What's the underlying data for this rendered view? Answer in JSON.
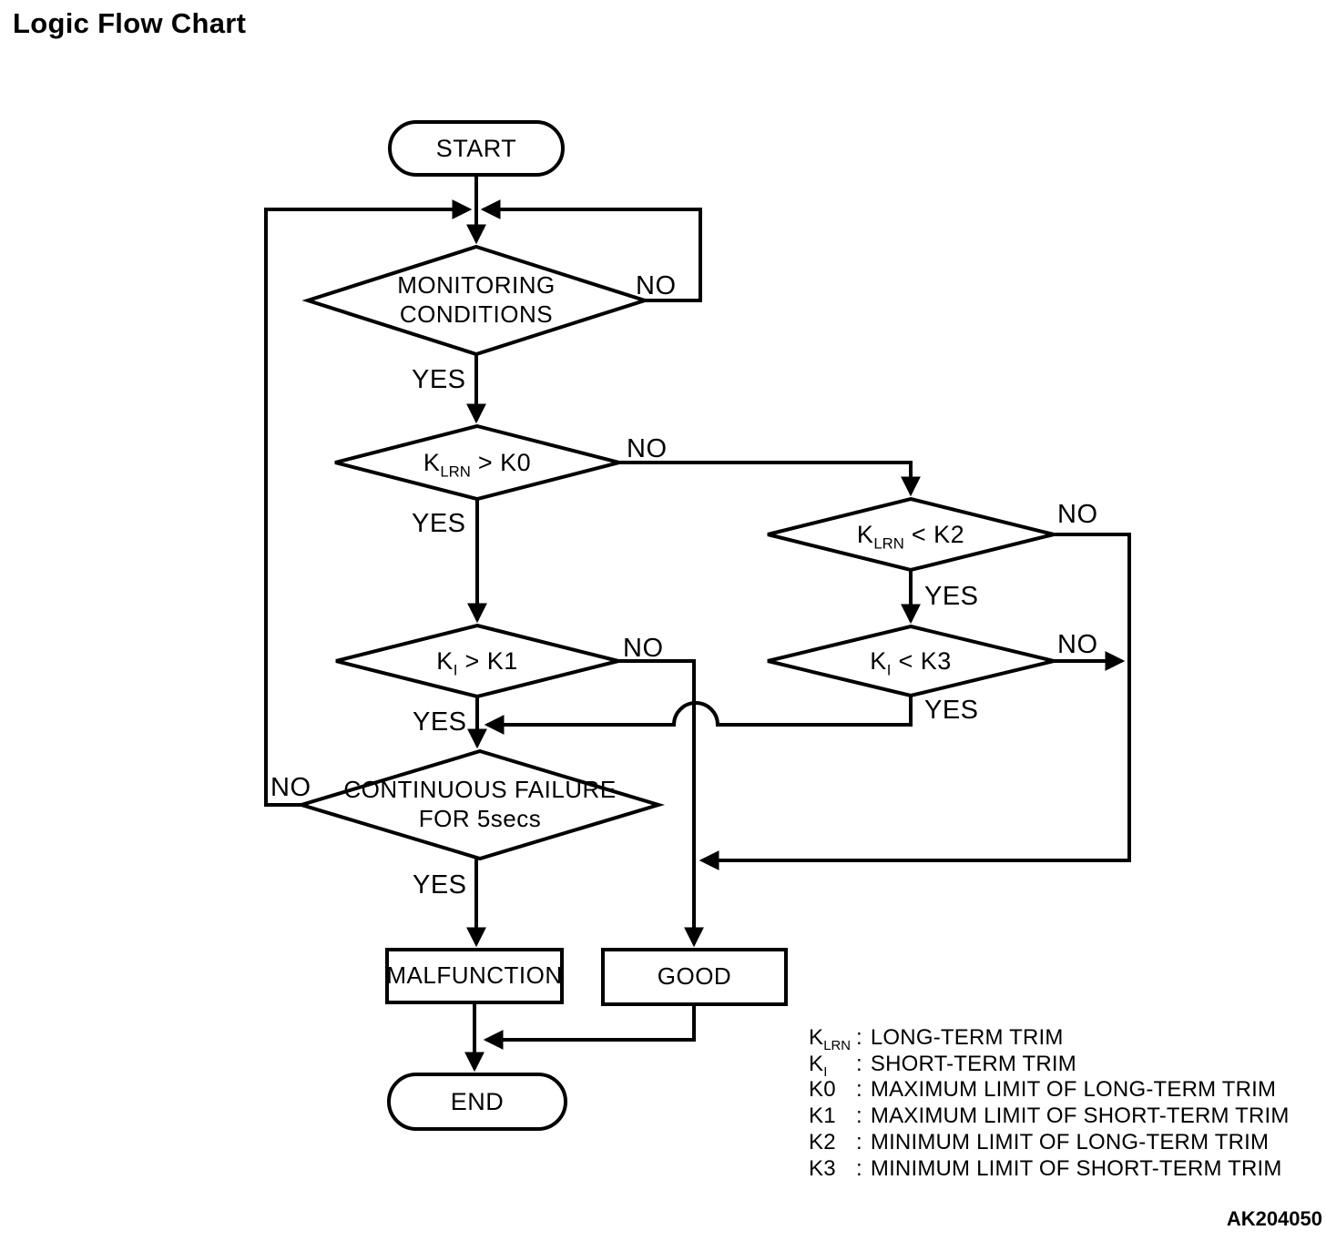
{
  "page": {
    "title": "Logic Flow Chart",
    "figure_code": "AK204050"
  },
  "labels": {
    "yes": "YES",
    "no": "NO"
  },
  "nodes": {
    "start": "START",
    "monitoring": {
      "line1": "MONITORING",
      "line2": "CONDITIONS"
    },
    "long_term_max": {
      "base": "K",
      "sub": "LRN",
      "cond": " > K0"
    },
    "long_term_min": {
      "base": "K",
      "sub": "LRN",
      "cond": " < K2"
    },
    "short_term_max": {
      "base": "K",
      "sub": "I",
      "cond": " > K1"
    },
    "short_term_min": {
      "base": "K",
      "sub": "I",
      "cond": " < K3"
    },
    "continuous": {
      "line1": "CONTINUOUS FAILURE",
      "line2": "FOR 5secs"
    },
    "malfunction": "MALFUNCTION",
    "good": "GOOD",
    "end": "END"
  },
  "legend": {
    "items": [
      {
        "base": "K",
        "sub": "LRN",
        "sep": ":",
        "desc": "LONG-TERM TRIM"
      },
      {
        "base": "K",
        "sub": "I",
        "sep": ":",
        "desc": "SHORT-TERM TRIM"
      },
      {
        "base": "K0",
        "sub": "",
        "sep": ":",
        "desc": "MAXIMUM LIMIT OF LONG-TERM TRIM"
      },
      {
        "base": "K1",
        "sub": "",
        "sep": ":",
        "desc": "MAXIMUM LIMIT OF SHORT-TERM TRIM"
      },
      {
        "base": "K2",
        "sub": "",
        "sep": ":",
        "desc": "MINIMUM LIMIT OF LONG-TERM TRIM"
      },
      {
        "base": "K3",
        "sub": "",
        "sep": ":",
        "desc": "MINIMUM LIMIT OF SHORT-TERM TRIM"
      }
    ]
  }
}
